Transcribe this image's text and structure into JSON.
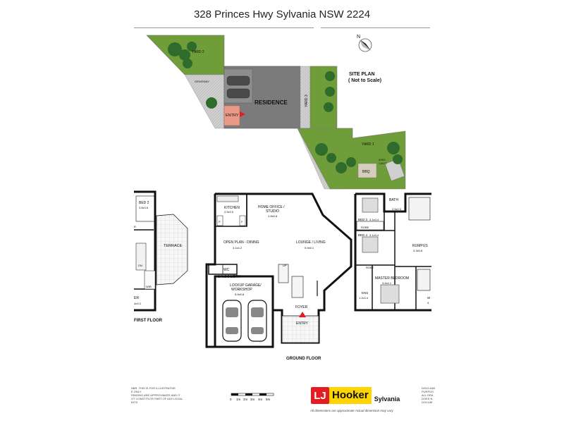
{
  "title": "328 Princes Hwy Sylvania NSW 2224",
  "site": {
    "compass": "N",
    "plan_title": "SITE PLAN",
    "plan_subtitle": "( Not to Scale)",
    "yard2": "YARD  2",
    "driveway": "DRIVEWAY",
    "residence": "RESIDENCE",
    "entry": "ENTRY",
    "yard3": "YARD 3",
    "yard1": "YARD  1",
    "bbq": "BBQ",
    "shed": "SHED",
    "shed_size": "1.6x2.3"
  },
  "ground": {
    "kitchen": "KITCHEN",
    "kitchen_size": "2.9x3.0",
    "p": "P",
    "f": "F",
    "office": "HOME OFFICE /",
    "office2": "STUDIO",
    "office_size": "2.8x5.8",
    "dining": "OPEN PLAN - DINING",
    "dining_size": "3.1x4.2",
    "lounge": "LOUNGE / LIVING",
    "lounge_size": "5.9x6.1",
    "wc": "WC",
    "ldry": "1.4x3.0 L'DRY",
    "up": "UP",
    "garage": "LOCKUP GARAGE/",
    "garage2": "WORKSHOP",
    "garage_size": "5.9x5.8",
    "foyer": "FOYER",
    "entry": "ENTRY",
    "caption": "GROUND FLOOR"
  },
  "first": {
    "bed2": "BED 2",
    "bed2_size": "3.8x3.6",
    "r": "R",
    "terrace": "TERRACE",
    "dn": "DN",
    "wir": "WIR",
    "bed_partial": "ER",
    "bed_partial_size": "4x3.3",
    "caption": "FIRST FLOOR"
  },
  "upper": {
    "bath": "BATH",
    "bath_size": "2.5x2.5",
    "bed3": "BED 3",
    "bed3_size": "3.1x3.4",
    "robe": "ROBE",
    "bed4": "BED 4",
    "bed4_size": "3.1x3.4",
    "rumpus": "RUMPUS",
    "rumpus_size": "3.3x5.6",
    "robe2": "ROBE",
    "master": "MASTER BEDROOM",
    "master_size": "3.4x4.1",
    "ens": "ENS",
    "ens_size": "1.2x3.4",
    "w": "W",
    "w_size": "3."
  },
  "scale": {
    "ticks": [
      "0",
      "1m",
      "2m",
      "3m",
      "4m",
      "5m"
    ]
  },
  "footer": {
    "left_lines": [
      "NBR. THIS IS FOR ILLUSTRATIVE",
      "E ONLY.",
      "RINGING ARE APPROXIMATE AND IT",
      "OT CONSTITUTE PART OF ANY LEGAL",
      "INTS."
    ],
    "right_lines": [
      "DISCLAIM",
      "PURPOS",
      "ALL DRA",
      "DOES N",
      "DOCUM"
    ],
    "logo_mark": "LJ",
    "logo_word": "Hooker",
    "logo_sub": "Sylvania",
    "disclaimer": "All dimensions are approximate Actual dimension may vary"
  },
  "colors": {
    "grass": "#6f9d3a",
    "tree": "#2f6b2a",
    "paving": "#d0d0d0",
    "residence": "#7a7a7a",
    "entry_red": "#e31b23",
    "wall": "#111111"
  }
}
